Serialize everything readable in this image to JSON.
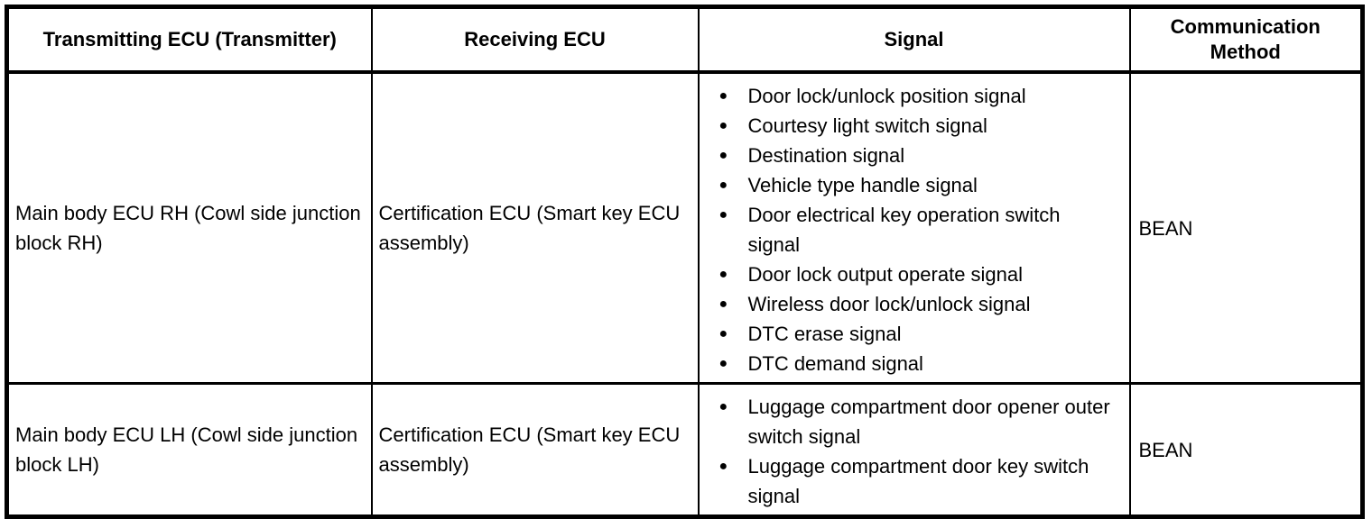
{
  "table": {
    "bullet_glyph": "●",
    "colors": {
      "border": "#000000",
      "text": "#000000",
      "background": "#ffffff"
    },
    "headers": {
      "transmitter": "Transmitting ECU (Transmitter)",
      "receiver": "Receiving ECU",
      "signal": "Signal",
      "method": "Communication Method"
    },
    "rows": [
      {
        "transmitter": "Main body ECU RH (Cowl side junction block RH)",
        "receiver": "Certification ECU (Smart key ECU assembly)",
        "signals": [
          "Door lock/unlock position signal",
          "Courtesy light switch signal",
          "Destination signal",
          "Vehicle type handle signal",
          "Door electrical key operation switch signal",
          "Door lock output operate signal",
          "Wireless door lock/unlock signal",
          "DTC erase signal",
          "DTC demand signal"
        ],
        "method": "BEAN"
      },
      {
        "transmitter": "Main body ECU LH (Cowl side junction block LH)",
        "receiver": "Certification ECU (Smart key ECU assembly)",
        "signals": [
          "Luggage compartment door opener outer switch signal",
          "Luggage compartment door key switch signal"
        ],
        "method": "BEAN"
      }
    ]
  }
}
